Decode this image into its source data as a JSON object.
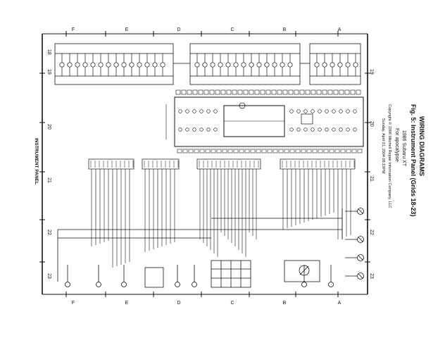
{
  "title_block": {
    "heading": "WIRING DIAGRAMS",
    "figure": "Fig. 5: Instrument Panel (Grids 18-23)",
    "model": "1986 Subaru XT",
    "for_line": "For apocalypse",
    "copyright": "Copyright © 1998 Mitchell Repair Information Company, LLC",
    "date_line": "Sunday, April 01, 2004 08:19PM"
  },
  "footer_label": "INSTRUMENT PANEL",
  "grid_numbers": [
    "18",
    "19",
    "20",
    "21",
    "22",
    "23"
  ],
  "row_letters": [
    "A",
    "B",
    "C",
    "D",
    "E",
    "F"
  ],
  "colors": {
    "ink": "#111111",
    "paper": "#ffffff",
    "gray": "#555555"
  }
}
